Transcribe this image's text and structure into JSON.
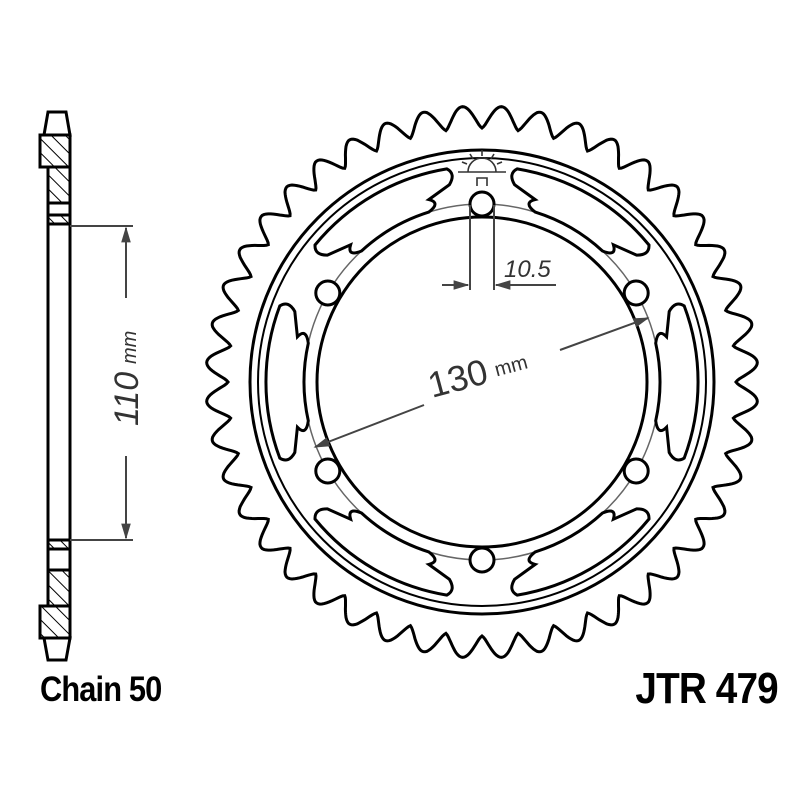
{
  "labels": {
    "chain": "Chain 50",
    "part_number": "JTR 479"
  },
  "dimensions": {
    "side_height_value": "110",
    "side_height_unit": "mm",
    "pcd_value": "130",
    "pcd_unit": "mm",
    "bolt_hole_value": "10.5"
  },
  "sprocket": {
    "teeth": 44,
    "bolt_holes": 6,
    "lightening_cutouts": 6
  },
  "colors": {
    "line": "#000000",
    "dimension": "#444444",
    "background": "#ffffff"
  }
}
